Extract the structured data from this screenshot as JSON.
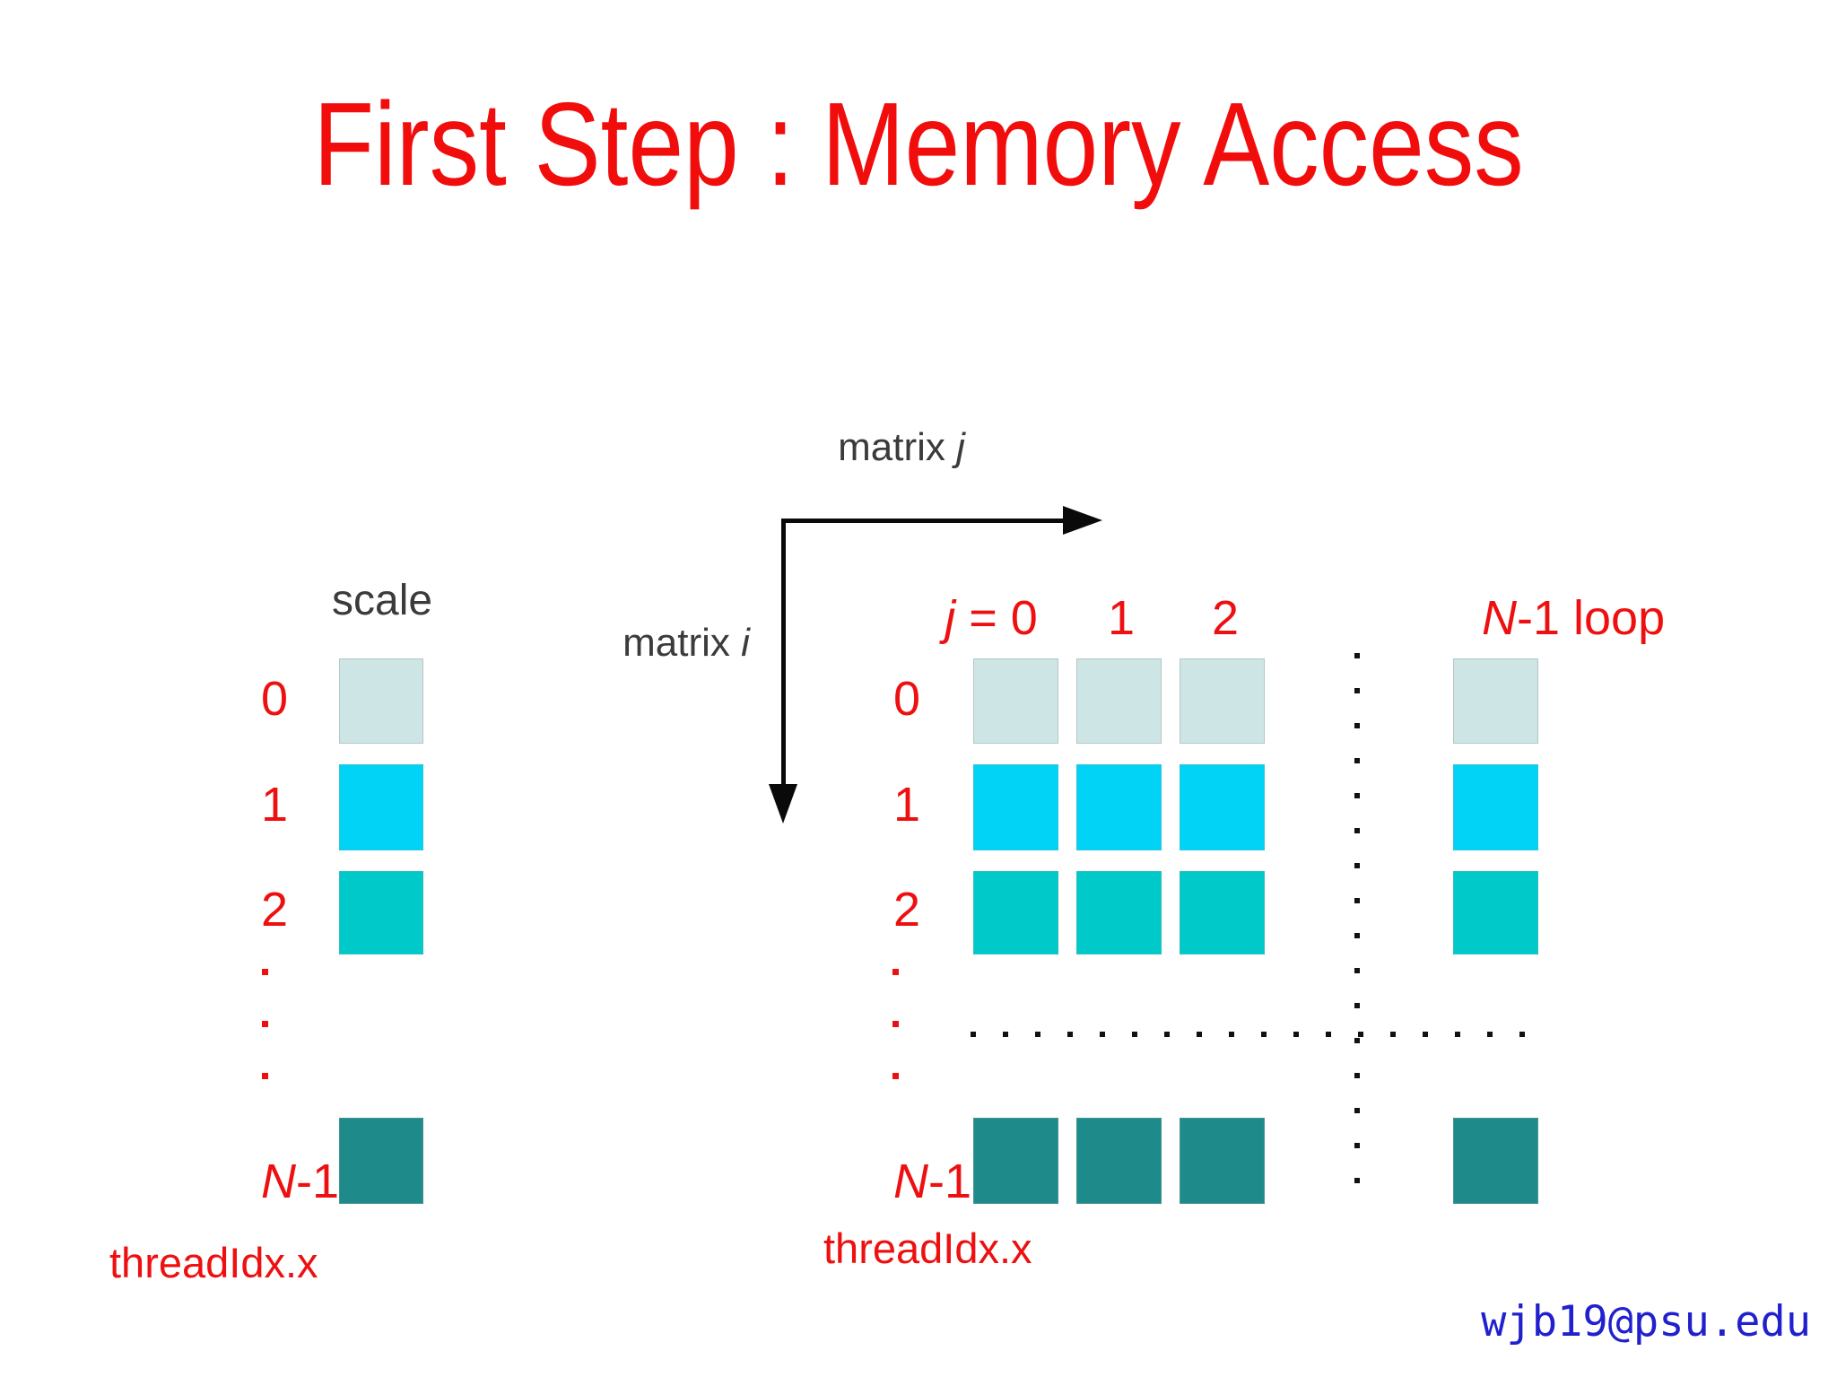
{
  "slide_title": "First Step : Memory Access",
  "footer_email": "wjb19@psu.edu",
  "colors": {
    "title_red": "#f20d0d",
    "label_red": "#ee1010",
    "axis_text": "#3b3b3b",
    "email_blue": "#2020cf",
    "arrow_black": "#0a0a0a",
    "dot_black": "#111111",
    "row0_fill": "#cee5e6",
    "row0_border": "#b5c6c6",
    "row1_fill": "#00d3f5",
    "row2_fill": "#00c9c9",
    "rowN_fill": "#1f8a8a"
  },
  "scale_panel": {
    "heading": "scale",
    "caption": "threadIdx.x"
  },
  "matrix_panel": {
    "x_axis": {
      "prefix": "matrix ",
      "var": "j"
    },
    "y_axis": {
      "prefix": "matrix ",
      "var": "i"
    },
    "col_headers": [
      {
        "var": "j",
        "rest": " = 0"
      },
      {
        "var": "",
        "rest": "1"
      },
      {
        "var": "",
        "rest": "2"
      },
      {
        "var": "N",
        "rest": "-1 loop"
      }
    ],
    "caption": "threadIdx.x"
  },
  "rows": [
    {
      "label": {
        "var": "",
        "rest": "0"
      },
      "fill_key": "row0_fill"
    },
    {
      "label": {
        "var": "",
        "rest": "1"
      },
      "fill_key": "row1_fill"
    },
    {
      "label": {
        "var": "",
        "rest": "2"
      },
      "fill_key": "row2_fill"
    },
    {
      "label": {
        "var": "N",
        "rest": "-1"
      },
      "fill_key": "rowN_fill"
    }
  ],
  "ellipsis": {
    "row_dots_per_column": 3
  },
  "dotted_lines": {
    "vertical_count": 16,
    "horizontal_count": 18
  }
}
